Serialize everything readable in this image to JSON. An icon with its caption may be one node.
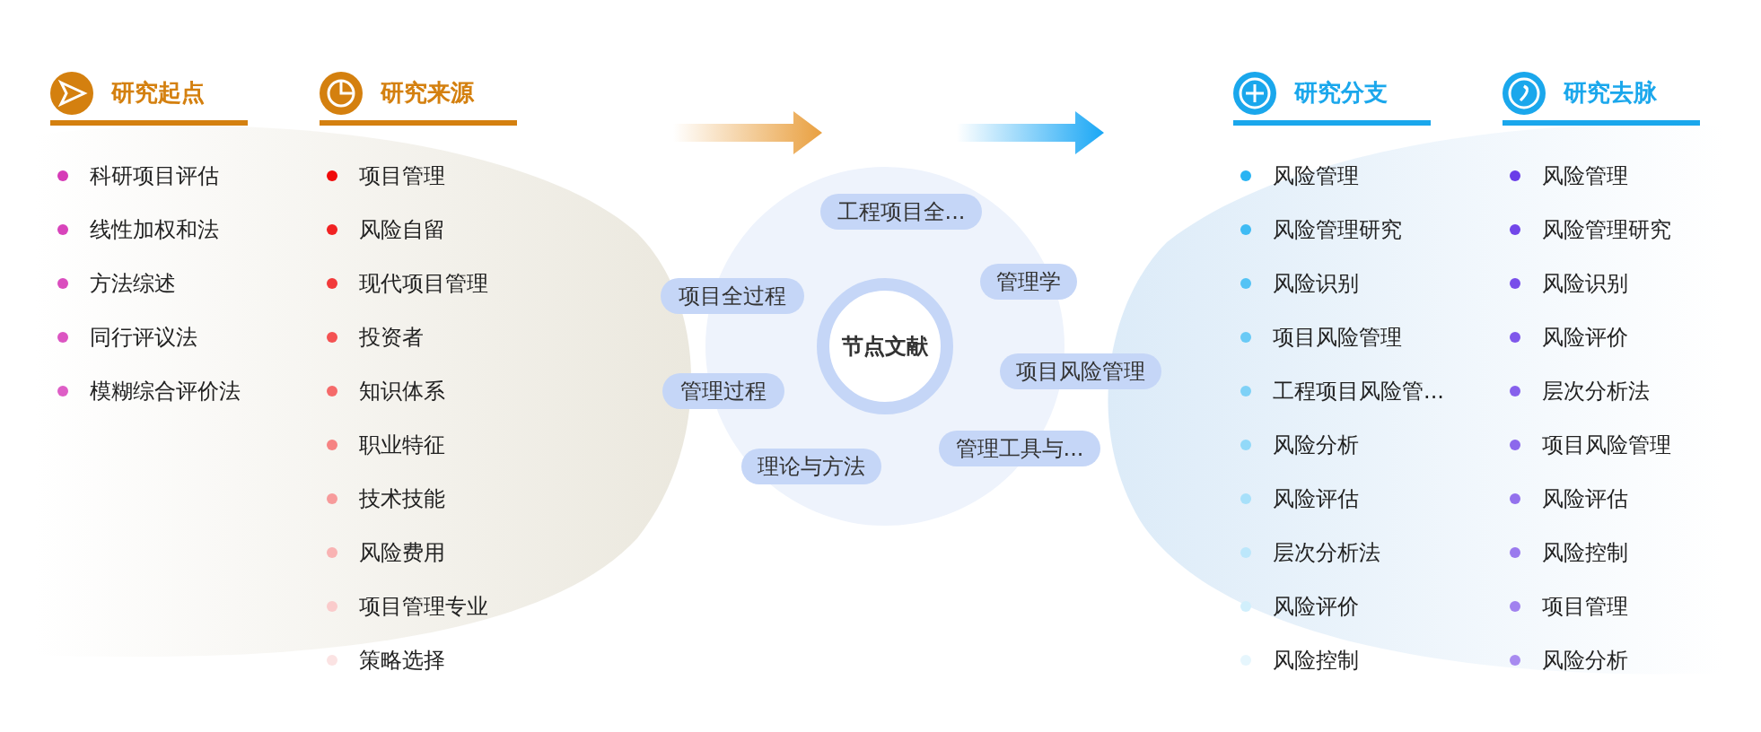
{
  "diagram": {
    "nodes": [
      {
        "text": [
          "节点文献"
        ]
      },
      {
        "text": [
          "工程项目全..."
        ]
      },
      {
        "text": [
          "管理学"
        ]
      },
      {
        "text": [
          "项目风险管理"
        ]
      },
      {
        "text": [
          "管理工具与..."
        ]
      },
      {
        "text": [
          "理论与方法"
        ]
      },
      {
        "text": [
          "管理过程"
        ]
      },
      {
        "text": [
          "项目全过程"
        ]
      }
    ],
    "edges": [],
    "labels": [
      "研究起点",
      "科研项目评估",
      "线性加权和法",
      "方法综述",
      "同行评议法",
      "模糊综合评价法",
      "研究来源",
      "项目管理",
      "风险自留",
      "现代项目管理",
      "投资者",
      "知识体系",
      "职业特征",
      "技术技能",
      "风险费用",
      "项目管理专业",
      "策略选择",
      "研究分支",
      "风险管理",
      "风险管理研究",
      "风险识别",
      "项目风险管理",
      "工程项目风险管...",
      "风险分析",
      "风险评估",
      "层次分析法",
      "风险评价",
      "风险控制",
      "研究去脉",
      "风险管理",
      "风险管理研究",
      "风险识别",
      "风险评价",
      "层次分析法",
      "项目风险管理",
      "风险评估",
      "风险控制",
      "项目管理",
      "风险分析"
    ]
  }
}
